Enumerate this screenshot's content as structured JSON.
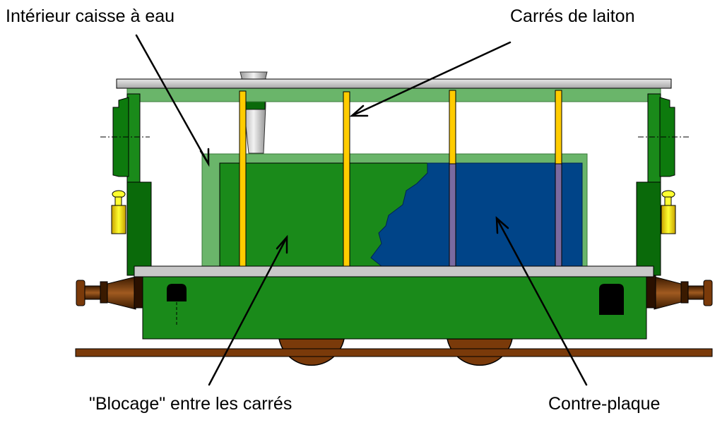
{
  "labels": {
    "water_tank_interior": "Intérieur caisse à eau",
    "brass_squares": "Carrés de laiton",
    "blocking_between_squares": "\"Blocage\" entre les carrés",
    "backing_plate": "Contre-plaque"
  },
  "colors": {
    "body_green": "#1a8a1a",
    "dark_green": "#0a6a0a",
    "light_green": "#6ab56a",
    "water_blue": "#004488",
    "brass": "#ffcc00",
    "rail_brown": "#7a3a0a",
    "roof_grey": "#c8c8c8"
  }
}
